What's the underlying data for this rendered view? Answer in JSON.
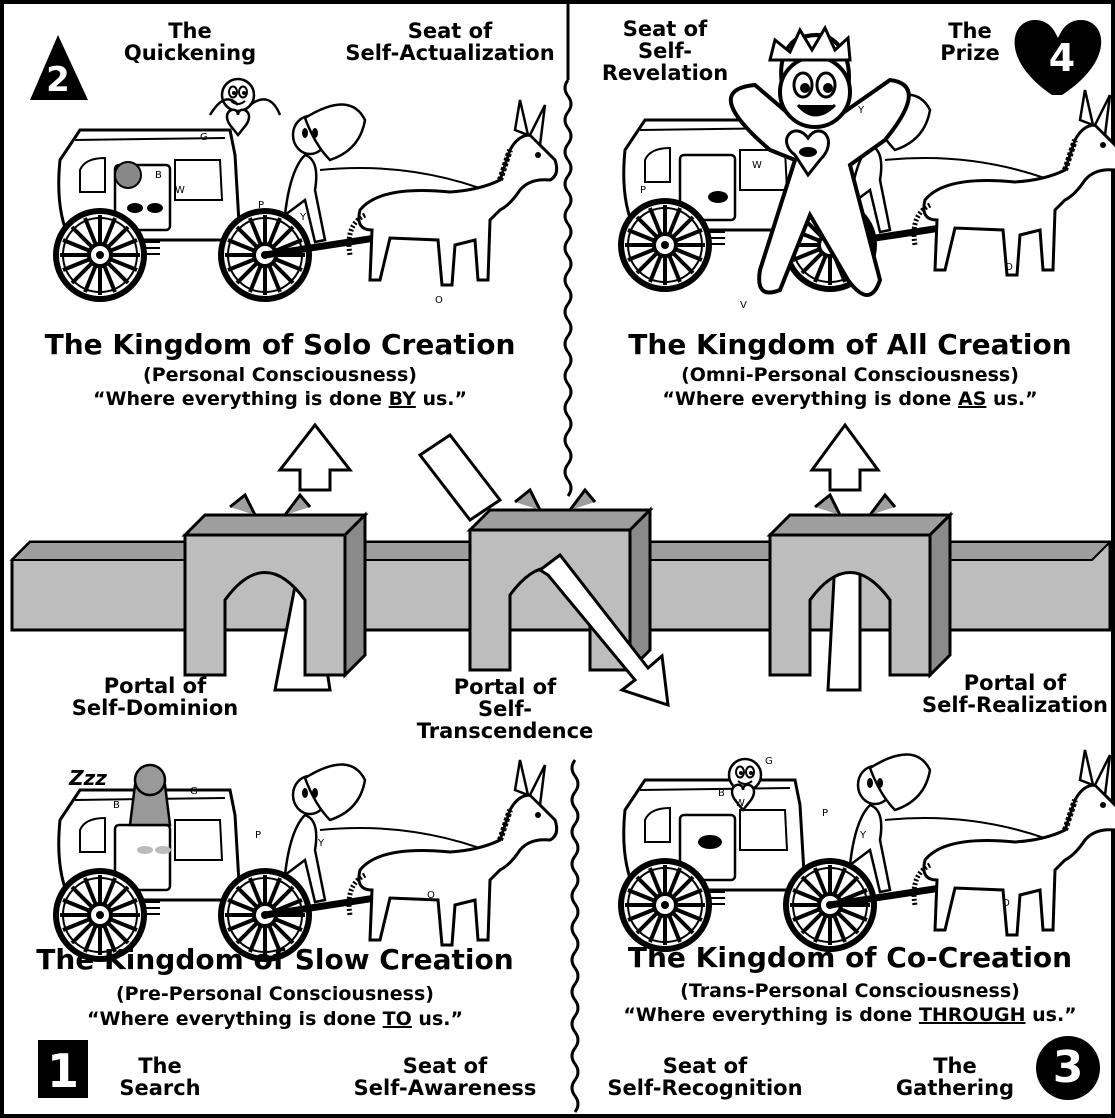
{
  "q2": {
    "number": "2",
    "corner_label": [
      "The",
      "Quickening"
    ],
    "seat_label": [
      "Seat of",
      "Self-Actualization"
    ],
    "title": "The Kingdom of Solo Creation",
    "subtitle": "(Personal Consciousness)",
    "quote_pre": "“Where everything is done ",
    "quote_key": "BY",
    "quote_post": " us.”",
    "cart_letters": [
      "G",
      "B",
      "W",
      "P",
      "Y",
      "O"
    ]
  },
  "q4": {
    "number": "4",
    "corner_label": [
      "The",
      "Prize"
    ],
    "seat_label": [
      "Seat of",
      "Self-Revelation"
    ],
    "title": "The Kingdom of All Creation",
    "subtitle": "(Omni-Personal Consciousness)",
    "quote_pre": "“Where everything is done ",
    "quote_key": "AS",
    "quote_post": " us.”",
    "cart_letters": [
      "P",
      "W",
      "Y",
      "V",
      "O"
    ]
  },
  "q1": {
    "number": "1",
    "corner_label": [
      "The",
      "Search"
    ],
    "seat_label": [
      "Seat of",
      "Self-Awareness"
    ],
    "title": "The Kingdom of Slow Creation",
    "subtitle": "(Pre-Personal Consciousness)",
    "quote_pre": "“Where everything is done ",
    "quote_key": "TO",
    "quote_post": " us.”",
    "cart_letters": [
      "B",
      "P",
      "Y",
      "G",
      "O"
    ],
    "sleep": "Zzz"
  },
  "q3": {
    "number": "3",
    "corner_label": [
      "The",
      "Gathering"
    ],
    "seat_label": [
      "Seat of",
      "Self-Recognition"
    ],
    "title": "The Kingdom of Co-Creation",
    "subtitle": "(Trans-Personal Consciousness)",
    "quote_pre": "“Where everything is done ",
    "quote_key": "THROUGH",
    "quote_post": " us.”",
    "cart_letters": [
      "G",
      "B",
      "W",
      "P",
      "Y",
      "O"
    ]
  },
  "portals": {
    "dominion": [
      "Portal of",
      "Self-Dominion"
    ],
    "transcendence": [
      "Portal of",
      "Self-Transcendence"
    ],
    "realization": [
      "Portal of",
      "Self-Realization"
    ]
  },
  "colors": {
    "ink": "#000000",
    "stone": "#bdbdbd",
    "stone_top": "#9e9e9e",
    "paper": "#ffffff"
  }
}
